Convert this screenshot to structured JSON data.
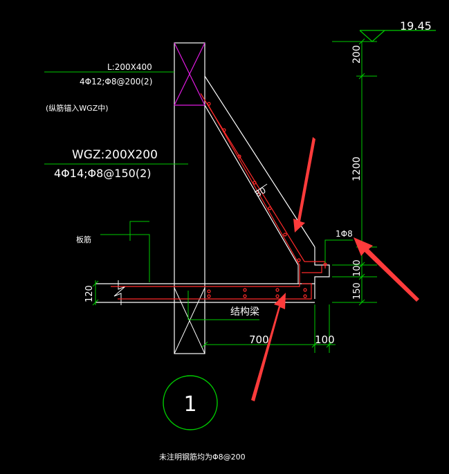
{
  "labels": {
    "elevation": "19.45",
    "beam_section": "L:200X400",
    "beam_rebar": "4Φ12;Φ8@200(2)",
    "anchor_note": "(纵筋锚入WGZ中)",
    "column_section": "WGZ:200X200",
    "column_rebar": "4Φ14;Φ8@150(2)",
    "slab_rebar": "板筋",
    "structural_beam": "结构梁",
    "rebar_1phi8": "1Φ8",
    "slope_dim": "80",
    "detail_number": "1",
    "footnote": "未注明钢筋均为Φ8@200"
  },
  "dimensions": {
    "right_vertical": [
      "200",
      "1200",
      "100",
      "150"
    ],
    "bottom_horizontal": [
      "700",
      "100"
    ],
    "left_vertical": "120"
  },
  "colors": {
    "background": "#000000",
    "concrete_outline": "#ffffff",
    "dimension_lines": "#00cc00",
    "rebar": "#ff2a2a",
    "column_cross": "#e01be0",
    "annotation_arrows": "#ff3b3b",
    "text": "#ffffff"
  }
}
